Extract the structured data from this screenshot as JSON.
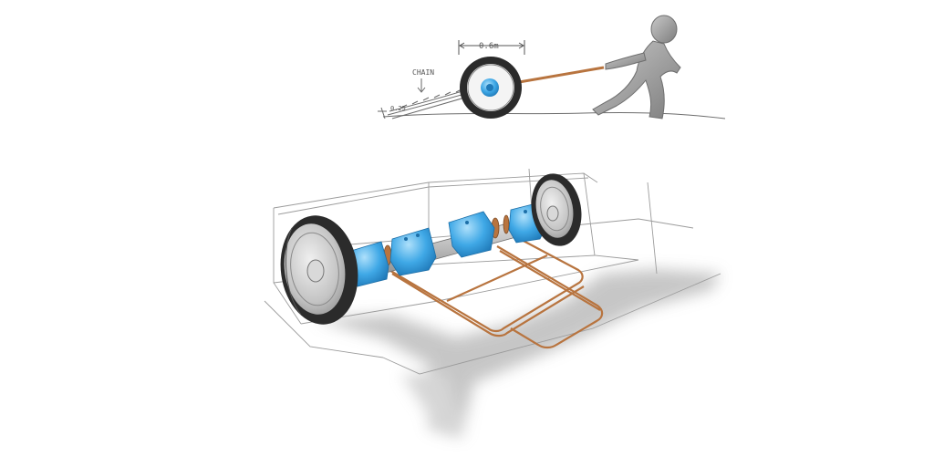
{
  "annotations": {
    "chain_label": "CHAIN",
    "wheel_width": "0.6m",
    "chain_height": "0.25"
  },
  "colors": {
    "ink": "#3a3a3a",
    "tire": "#2b2b2b",
    "hub_blue": "#2f9be0",
    "hub_blue_light": "#7cc6f2",
    "copper": "#b8743f",
    "figure": "#9a9a9a",
    "shadow": "#c9c9c9"
  }
}
